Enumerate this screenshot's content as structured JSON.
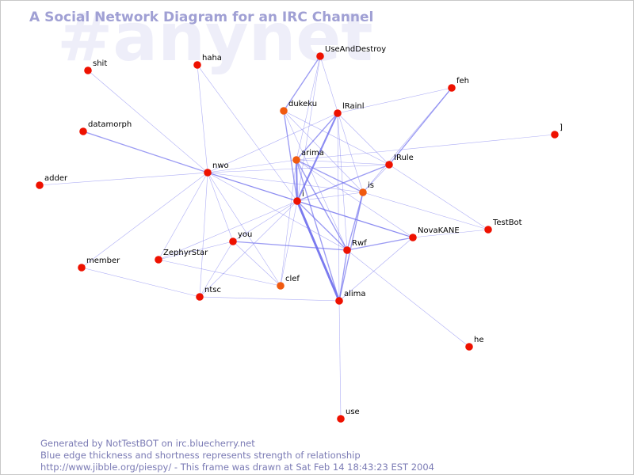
{
  "title": "A Social Network Diagram for an IRC Channel",
  "channel": "#anynet",
  "footer": {
    "line1": "Generated by NotTestBOT on irc.bluecherry.net",
    "line2": "Blue edge thickness and shortness represents strength of relationship",
    "line3": "http://www.jibble.org/piespy/ - This frame was drawn at Sat Feb 14 18:43:23 EST 2004"
  },
  "colors": {
    "node": "#ee1100",
    "node_recent": "#f05a10",
    "edge": "#7070ee",
    "title": "#a0a0d4",
    "watermark": "#eeeef9"
  },
  "nodes": [
    {
      "id": "shit",
      "label": "shit"
    },
    {
      "id": "haha",
      "label": "haha"
    },
    {
      "id": "UseAndDestroy",
      "label": "UseAndDestroy"
    },
    {
      "id": "feh",
      "label": "feh"
    },
    {
      "id": "dukeku",
      "label": "dukeku",
      "recent": true
    },
    {
      "id": "IRainI",
      "label": "lRainl"
    },
    {
      "id": "]",
      "label": "]"
    },
    {
      "id": "datamorph",
      "label": "datamorph"
    },
    {
      "id": "arima",
      "label": "arima",
      "recent": true
    },
    {
      "id": "IRule",
      "label": "IRule"
    },
    {
      "id": "nwo",
      "label": "nwo"
    },
    {
      "id": "adder",
      "label": "adder"
    },
    {
      "id": "is",
      "label": "is",
      "recent": true
    },
    {
      "id": "i",
      "label": "i"
    },
    {
      "id": "TestBot",
      "label": "TestBot"
    },
    {
      "id": "NovaKANE",
      "label": "NovaKANE"
    },
    {
      "id": "you",
      "label": "you"
    },
    {
      "id": "Rwf",
      "label": "Rwf"
    },
    {
      "id": "ZephyrStar",
      "label": "ZephyrStar"
    },
    {
      "id": "member",
      "label": "member"
    },
    {
      "id": "clef",
      "label": "clef",
      "recent": true
    },
    {
      "id": "ntsc",
      "label": "ntsc"
    },
    {
      "id": "alima",
      "label": "alima"
    },
    {
      "id": "he",
      "label": "he"
    },
    {
      "id": "use",
      "label": "use"
    }
  ],
  "edges": [
    [
      "shit",
      "nwo",
      1
    ],
    [
      "haha",
      "nwo",
      1
    ],
    [
      "haha",
      "i",
      1
    ],
    [
      "datamorph",
      "nwo",
      2
    ],
    [
      "adder",
      "nwo",
      1
    ],
    [
      "member",
      "nwo",
      1
    ],
    [
      "member",
      "ntsc",
      1
    ],
    [
      "UseAndDestroy",
      "dukeku",
      2
    ],
    [
      "UseAndDestroy",
      "arima",
      1
    ],
    [
      "UseAndDestroy",
      "i",
      1
    ],
    [
      "UseAndDestroy",
      "is",
      1
    ],
    [
      "feh",
      "IRainI",
      1
    ],
    [
      "feh",
      "IRule",
      2
    ],
    [
      "feh",
      "is",
      1
    ],
    [
      "dukeku",
      "i",
      2
    ],
    [
      "dukeku",
      "IRule",
      1
    ],
    [
      "dukeku",
      "Rwf",
      1
    ],
    [
      "dukeku",
      "is",
      1
    ],
    [
      "IRainI",
      "i",
      3
    ],
    [
      "IRainI",
      "arima",
      2
    ],
    [
      "IRainI",
      "nwo",
      1
    ],
    [
      "IRainI",
      "IRule",
      1
    ],
    [
      "IRainI",
      "Rwf",
      1
    ],
    [
      "IRainI",
      "alima",
      1
    ],
    [
      "]",
      "arima",
      1
    ],
    [
      "nwo",
      "arima",
      1
    ],
    [
      "nwo",
      "i",
      2
    ],
    [
      "nwo",
      "is",
      1
    ],
    [
      "nwo",
      "Rwf",
      1
    ],
    [
      "nwo",
      "NovaKANE",
      1
    ],
    [
      "nwo",
      "you",
      1
    ],
    [
      "nwo",
      "ZephyrStar",
      1
    ],
    [
      "nwo",
      "ntsc",
      1
    ],
    [
      "nwo",
      "clef",
      1
    ],
    [
      "nwo",
      "IRule",
      1
    ],
    [
      "arima",
      "i",
      3
    ],
    [
      "arima",
      "is",
      2
    ],
    [
      "arima",
      "Rwf",
      2
    ],
    [
      "arima",
      "alima",
      2
    ],
    [
      "arima",
      "IRule",
      1
    ],
    [
      "arima",
      "NovaKANE",
      1
    ],
    [
      "arima",
      "clef",
      1
    ],
    [
      "IRule",
      "i",
      2
    ],
    [
      "IRule",
      "is",
      1
    ],
    [
      "IRule",
      "TestBot",
      1
    ],
    [
      "is",
      "i",
      1
    ],
    [
      "is",
      "Rwf",
      2
    ],
    [
      "is",
      "alima",
      2
    ],
    [
      "is",
      "TestBot",
      1
    ],
    [
      "i",
      "alima",
      4
    ],
    [
      "i",
      "Rwf",
      2
    ],
    [
      "i",
      "NovaKANE",
      2
    ],
    [
      "i",
      "you",
      1
    ],
    [
      "i",
      "ntsc",
      1
    ],
    [
      "i",
      "clef",
      1
    ],
    [
      "i",
      "ZephyrStar",
      1
    ],
    [
      "Rwf",
      "NovaKANE",
      2
    ],
    [
      "Rwf",
      "you",
      2
    ],
    [
      "Rwf",
      "alima",
      2
    ],
    [
      "Rwf",
      "he",
      1
    ],
    [
      "NovaKANE",
      "TestBot",
      1
    ],
    [
      "NovaKANE",
      "alima",
      1
    ],
    [
      "you",
      "clef",
      1
    ],
    [
      "you",
      "ntsc",
      1
    ],
    [
      "you",
      "ZephyrStar",
      1
    ],
    [
      "ZephyrStar",
      "clef",
      1
    ],
    [
      "ntsc",
      "alima",
      1
    ],
    [
      "alima",
      "use",
      1
    ]
  ]
}
